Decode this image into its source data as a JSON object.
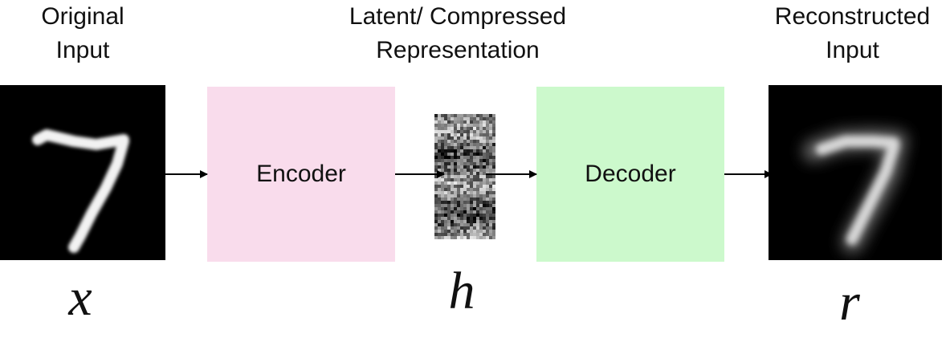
{
  "input": {
    "caption_line1": "Original",
    "caption_line2": "Input",
    "symbol": "x"
  },
  "latent": {
    "caption_line1": "Latent/ Compressed",
    "caption_line2": "Representation",
    "symbol": "h"
  },
  "output": {
    "caption_line1": "Reconstructed",
    "caption_line2": "Input",
    "symbol": "r"
  },
  "encoder": {
    "label": "Encoder",
    "color": "#f9dcec"
  },
  "decoder": {
    "label": "Decoder",
    "color": "#ccf9cc"
  },
  "digit_icon": "digit-seven-image",
  "arrow_color": "#000000"
}
